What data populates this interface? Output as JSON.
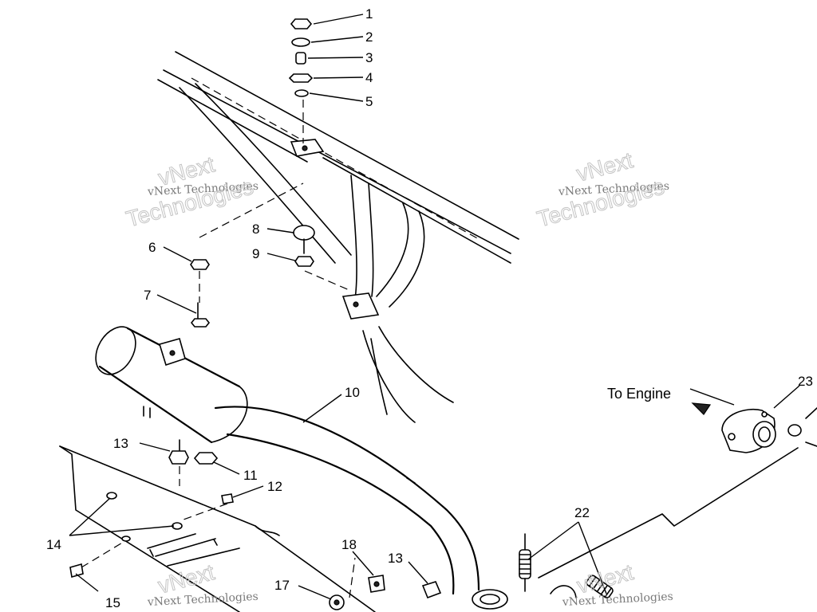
{
  "diagram": {
    "callouts": [
      {
        "id": "c1",
        "label": "1"
      },
      {
        "id": "c2",
        "label": "2"
      },
      {
        "id": "c3",
        "label": "3"
      },
      {
        "id": "c4",
        "label": "4"
      },
      {
        "id": "c5",
        "label": "5"
      },
      {
        "id": "c6",
        "label": "6"
      },
      {
        "id": "c7",
        "label": "7"
      },
      {
        "id": "c8",
        "label": "8"
      },
      {
        "id": "c9",
        "label": "9"
      },
      {
        "id": "c10",
        "label": "10"
      },
      {
        "id": "c11",
        "label": "11"
      },
      {
        "id": "c12",
        "label": "12"
      },
      {
        "id": "c13a",
        "label": "13"
      },
      {
        "id": "c13b",
        "label": "13"
      },
      {
        "id": "c14",
        "label": "14"
      },
      {
        "id": "c15",
        "label": "15"
      },
      {
        "id": "c17",
        "label": "17"
      },
      {
        "id": "c18",
        "label": "18"
      },
      {
        "id": "c22",
        "label": "22"
      },
      {
        "id": "c23",
        "label": "23"
      }
    ],
    "direction_label": "To Engine",
    "watermark": {
      "line1": "vNext Technologies",
      "line2": "vNext",
      "line3": "Technologies"
    }
  }
}
